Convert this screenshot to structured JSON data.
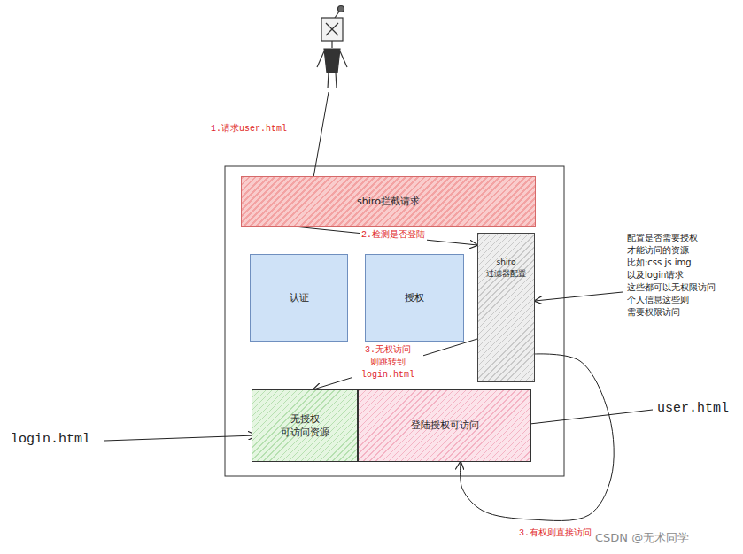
{
  "diagram": {
    "nodes": [
      {
        "text": [
          "shiro拦截请求"
        ]
      },
      {
        "text": [
          "认证"
        ]
      },
      {
        "text": [
          "授权"
        ]
      },
      {
        "text": [
          "shiro 过滤器配置"
        ]
      },
      {
        "text": [
          "无授权 可访问资源"
        ]
      },
      {
        "text": [
          "登陆授权可访问"
        ]
      }
    ],
    "edges": [
      {
        "from": 0,
        "to": 3,
        "arrow": "to",
        "label": "2.检测是否登陆"
      },
      {
        "from": 3,
        "to": 4,
        "arrow": "to",
        "label": "3.无权访问 则跳转到 login.html"
      },
      {
        "from": 3,
        "to": 5,
        "arrow": "to",
        "label": "3.有权则直接访问"
      }
    ],
    "labels": [
      "1.请求user.html",
      "配置是否需要授权 才能访问的资源 比如:css js img 以及login请求 这些都可以无权限访问 个人信息这些则 需要权限访问",
      "user.html",
      "login.html",
      "CSDN @无术同学"
    ]
  }
}
